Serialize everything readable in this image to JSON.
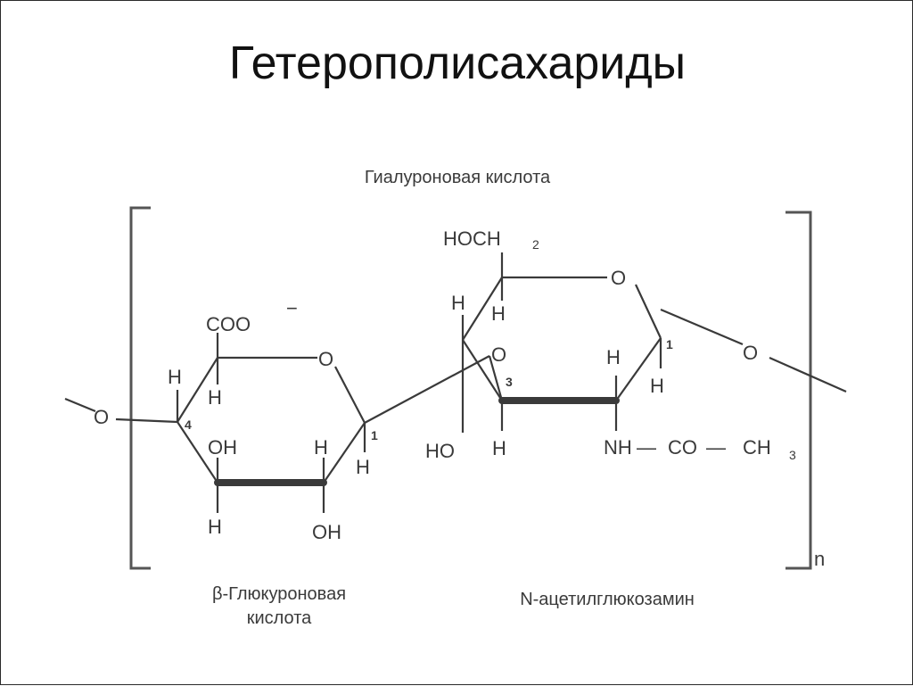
{
  "slide": {
    "title": "Гетерополисахариды"
  },
  "figure": {
    "caption": "Гиалуроновая кислота",
    "repeat_subscript": "n",
    "glucuronic": {
      "name_line1": "β-Глюкуроновая",
      "name_line2": "кислота",
      "carboxyl": "COO",
      "charge": "−",
      "ring_o": "O",
      "link_o_left": "O",
      "c4": "4",
      "c1": "1",
      "h_c5": "H",
      "h_c4_up": "H",
      "h_c1_down": "H",
      "h_c2_up": "H",
      "h_c3_down": "H",
      "oh_c3": "OH",
      "oh_c2": "OH"
    },
    "acetylglucosamine": {
      "name": "N-ацетилглюкозамин",
      "hoch2": "HOCH",
      "hoch2_sub": "2",
      "ring_o": "O",
      "bridge_o": "O",
      "link_o_right": "O",
      "c3": "3",
      "c1": "1",
      "h_c5": "H",
      "h_c4_up": "H",
      "ho_c4": "HO",
      "h_c3": "H",
      "h_c2_up": "H",
      "h_c1_down": "H",
      "nh": "NH",
      "co": "CO",
      "ch3": "CH",
      "ch3_sub": "3",
      "dash": "—"
    }
  }
}
